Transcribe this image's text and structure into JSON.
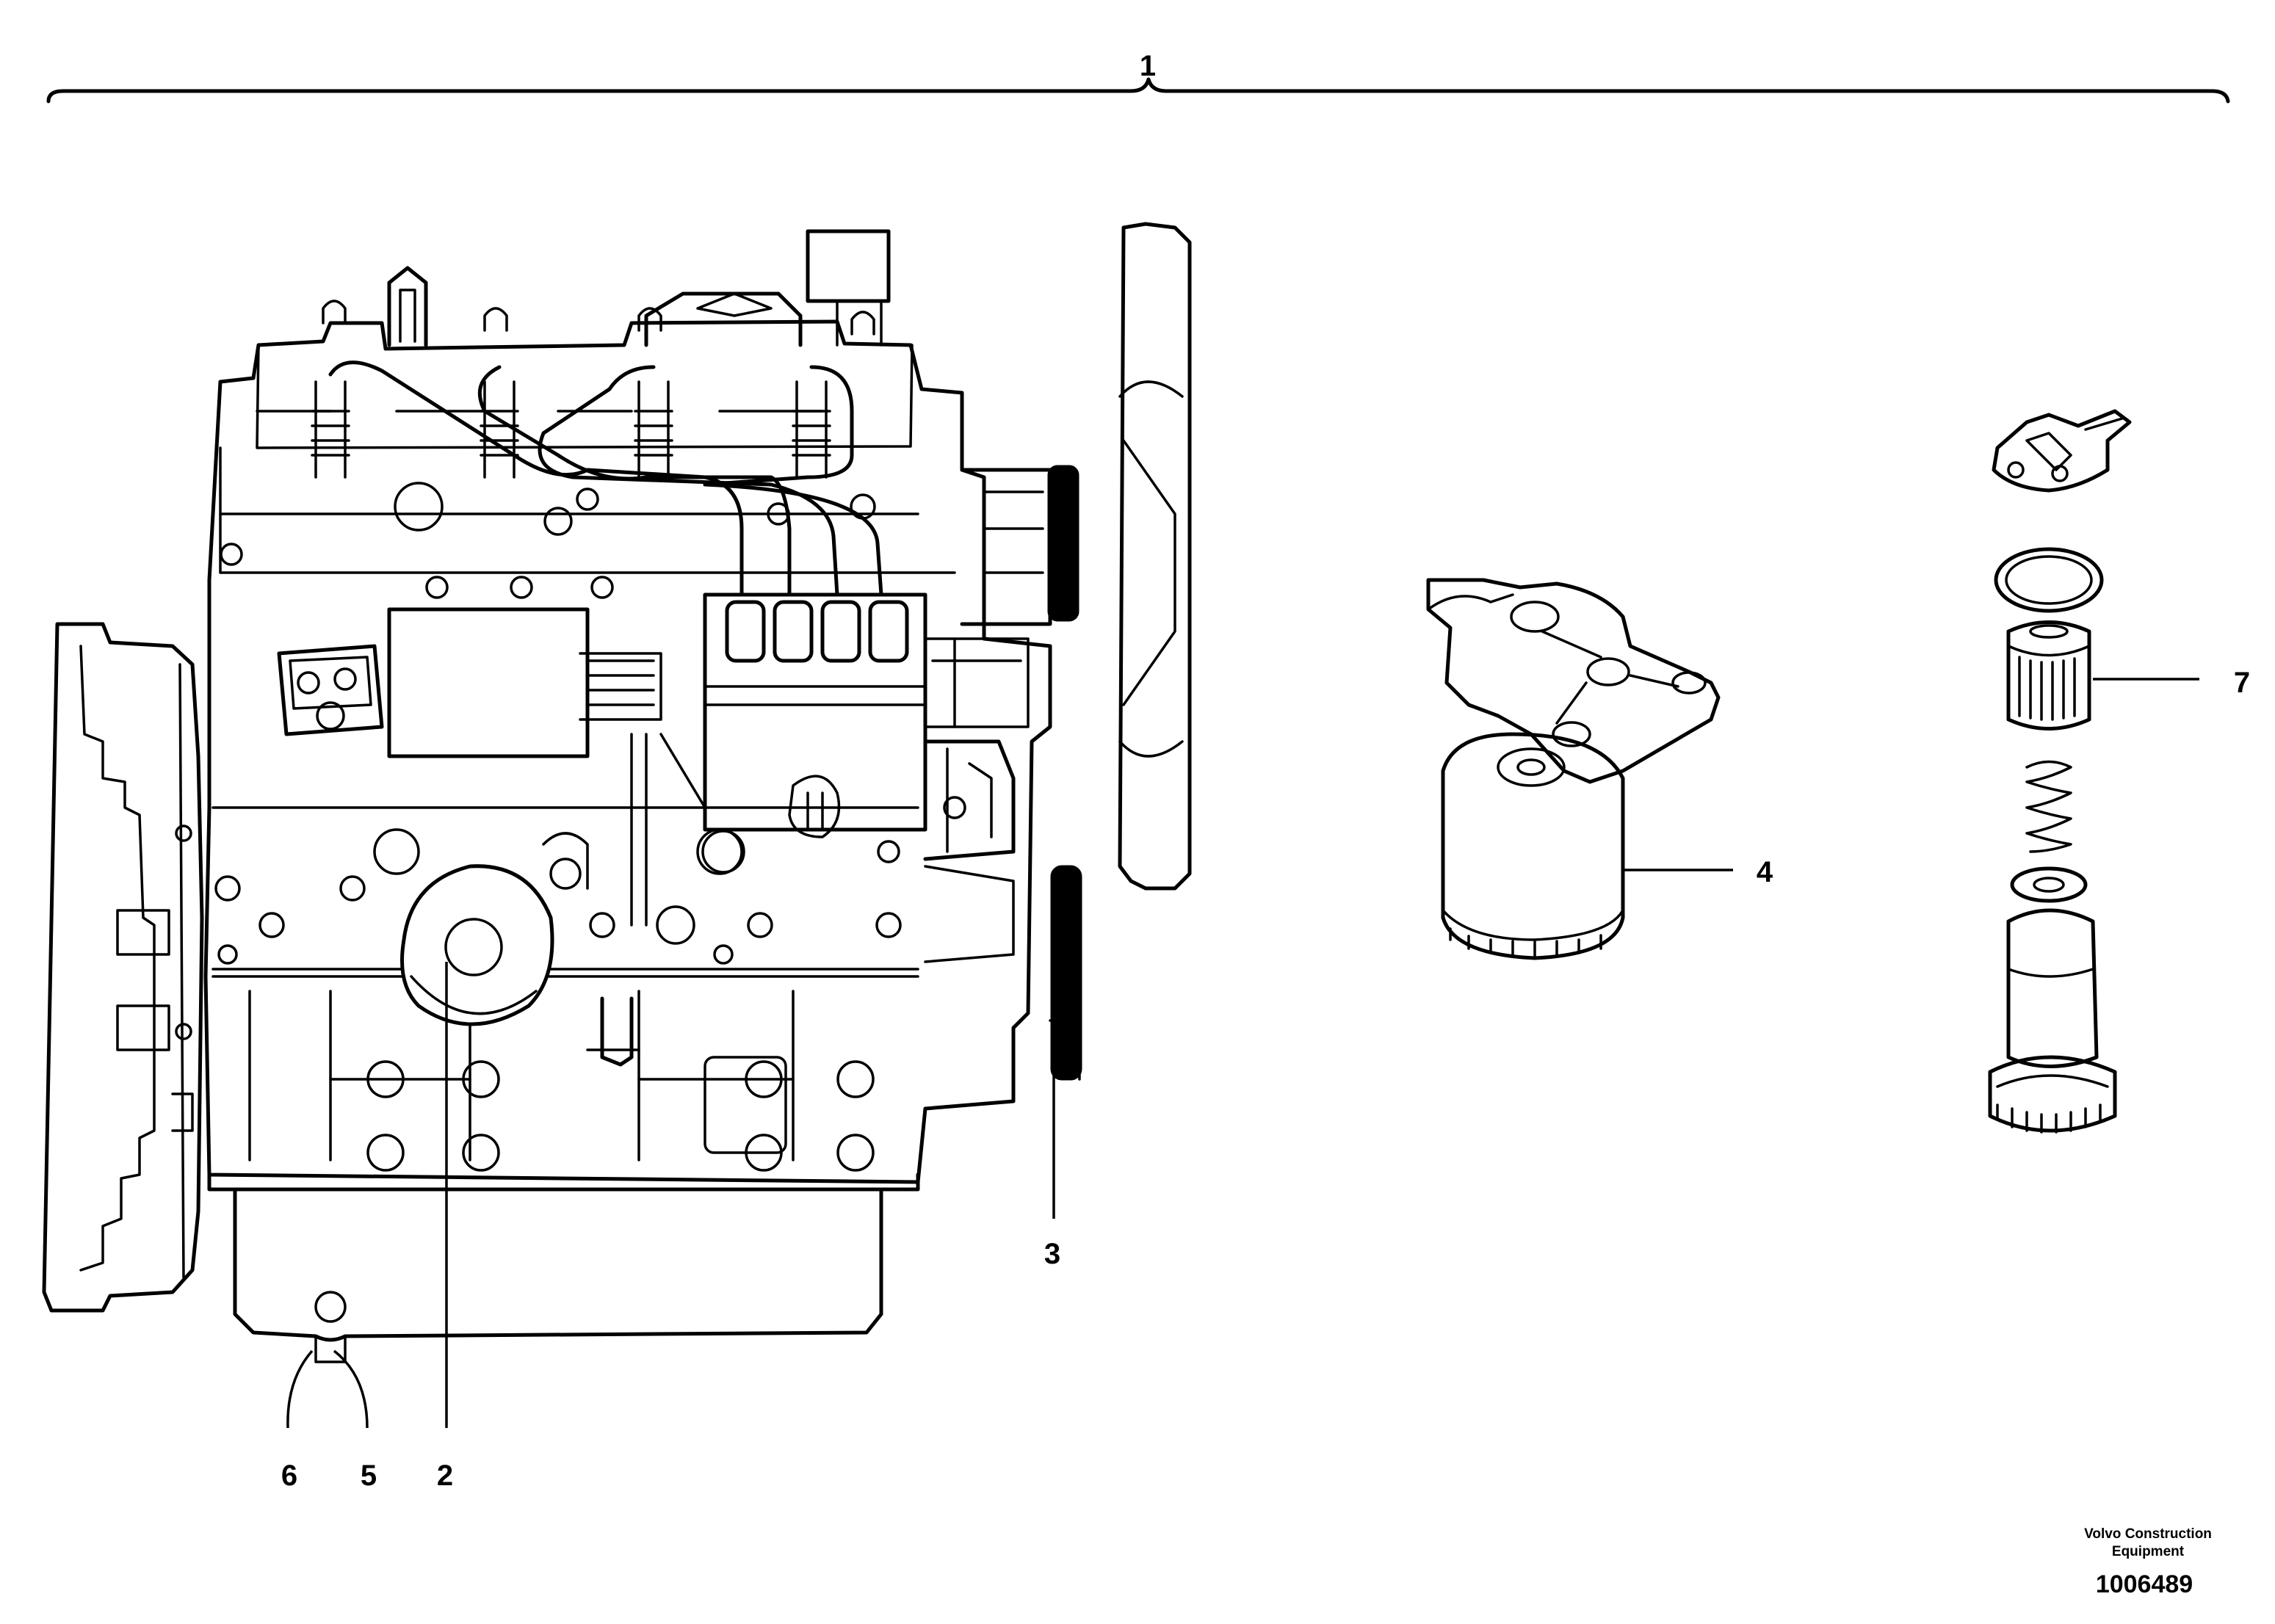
{
  "diagram": {
    "callouts": [
      {
        "id": "c1",
        "text": "1"
      },
      {
        "id": "c2",
        "text": "2"
      },
      {
        "id": "c3",
        "text": "3"
      },
      {
        "id": "c4",
        "text": "4"
      },
      {
        "id": "c5",
        "text": "5"
      },
      {
        "id": "c6",
        "text": "6"
      },
      {
        "id": "c7",
        "text": "7"
      }
    ]
  },
  "footer": {
    "company": "Volvo Construction Equipment",
    "drawing_number": "1006489"
  }
}
